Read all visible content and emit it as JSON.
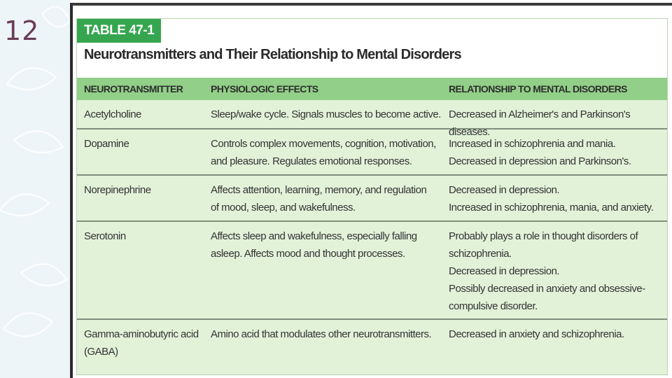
{
  "slide": {
    "number": "12"
  },
  "table": {
    "tag": "TABLE 47-1",
    "title": "Neurotransmitters and Their Relationship to Mental Disorders",
    "columns": [
      "NEUROTRANSMITTER",
      "PHYSIOLOGIC EFFECTS",
      "RELATIONSHIP TO MENTAL DISORDERS"
    ],
    "rows": [
      [
        "Acetylcholine",
        "Sleep/wake cycle. Signals muscles to become active.",
        "Decreased in Alzheimer's and Parkinson's diseases."
      ],
      [
        "Dopamine",
        "Controls complex movements, cognition, motivation,\nand pleasure. Regulates emotional responses.",
        "Increased in schizophrenia and mania.\nDecreased in depression and Parkinson's."
      ],
      [
        "Norepinephrine",
        "Affects attention, learning, memory, and regulation\nof mood, sleep, and wakefulness.",
        "Decreased in depression.\nIncreased in schizophrenia, mania, and anxiety."
      ],
      [
        "Serotonin",
        "Affects sleep and wakefulness, especially falling\nasleep. Affects mood and thought processes.",
        "Probably plays a role in thought disorders of\nschizophrenia.\nDecreased in depression.\nPossibly decreased in anxiety and obsessive-\ncompulsive disorder."
      ],
      [
        "Gamma-aminobutyric acid\n(GABA)",
        "Amino acid that modulates other neurotransmitters.",
        "Decreased in anxiety and schizophrenia."
      ]
    ]
  },
  "colors": {
    "tag_green": "#35a64f",
    "header_green": "#92cf88",
    "row_green": "#e2f2d9",
    "slide_number": "#6b3d5a"
  }
}
